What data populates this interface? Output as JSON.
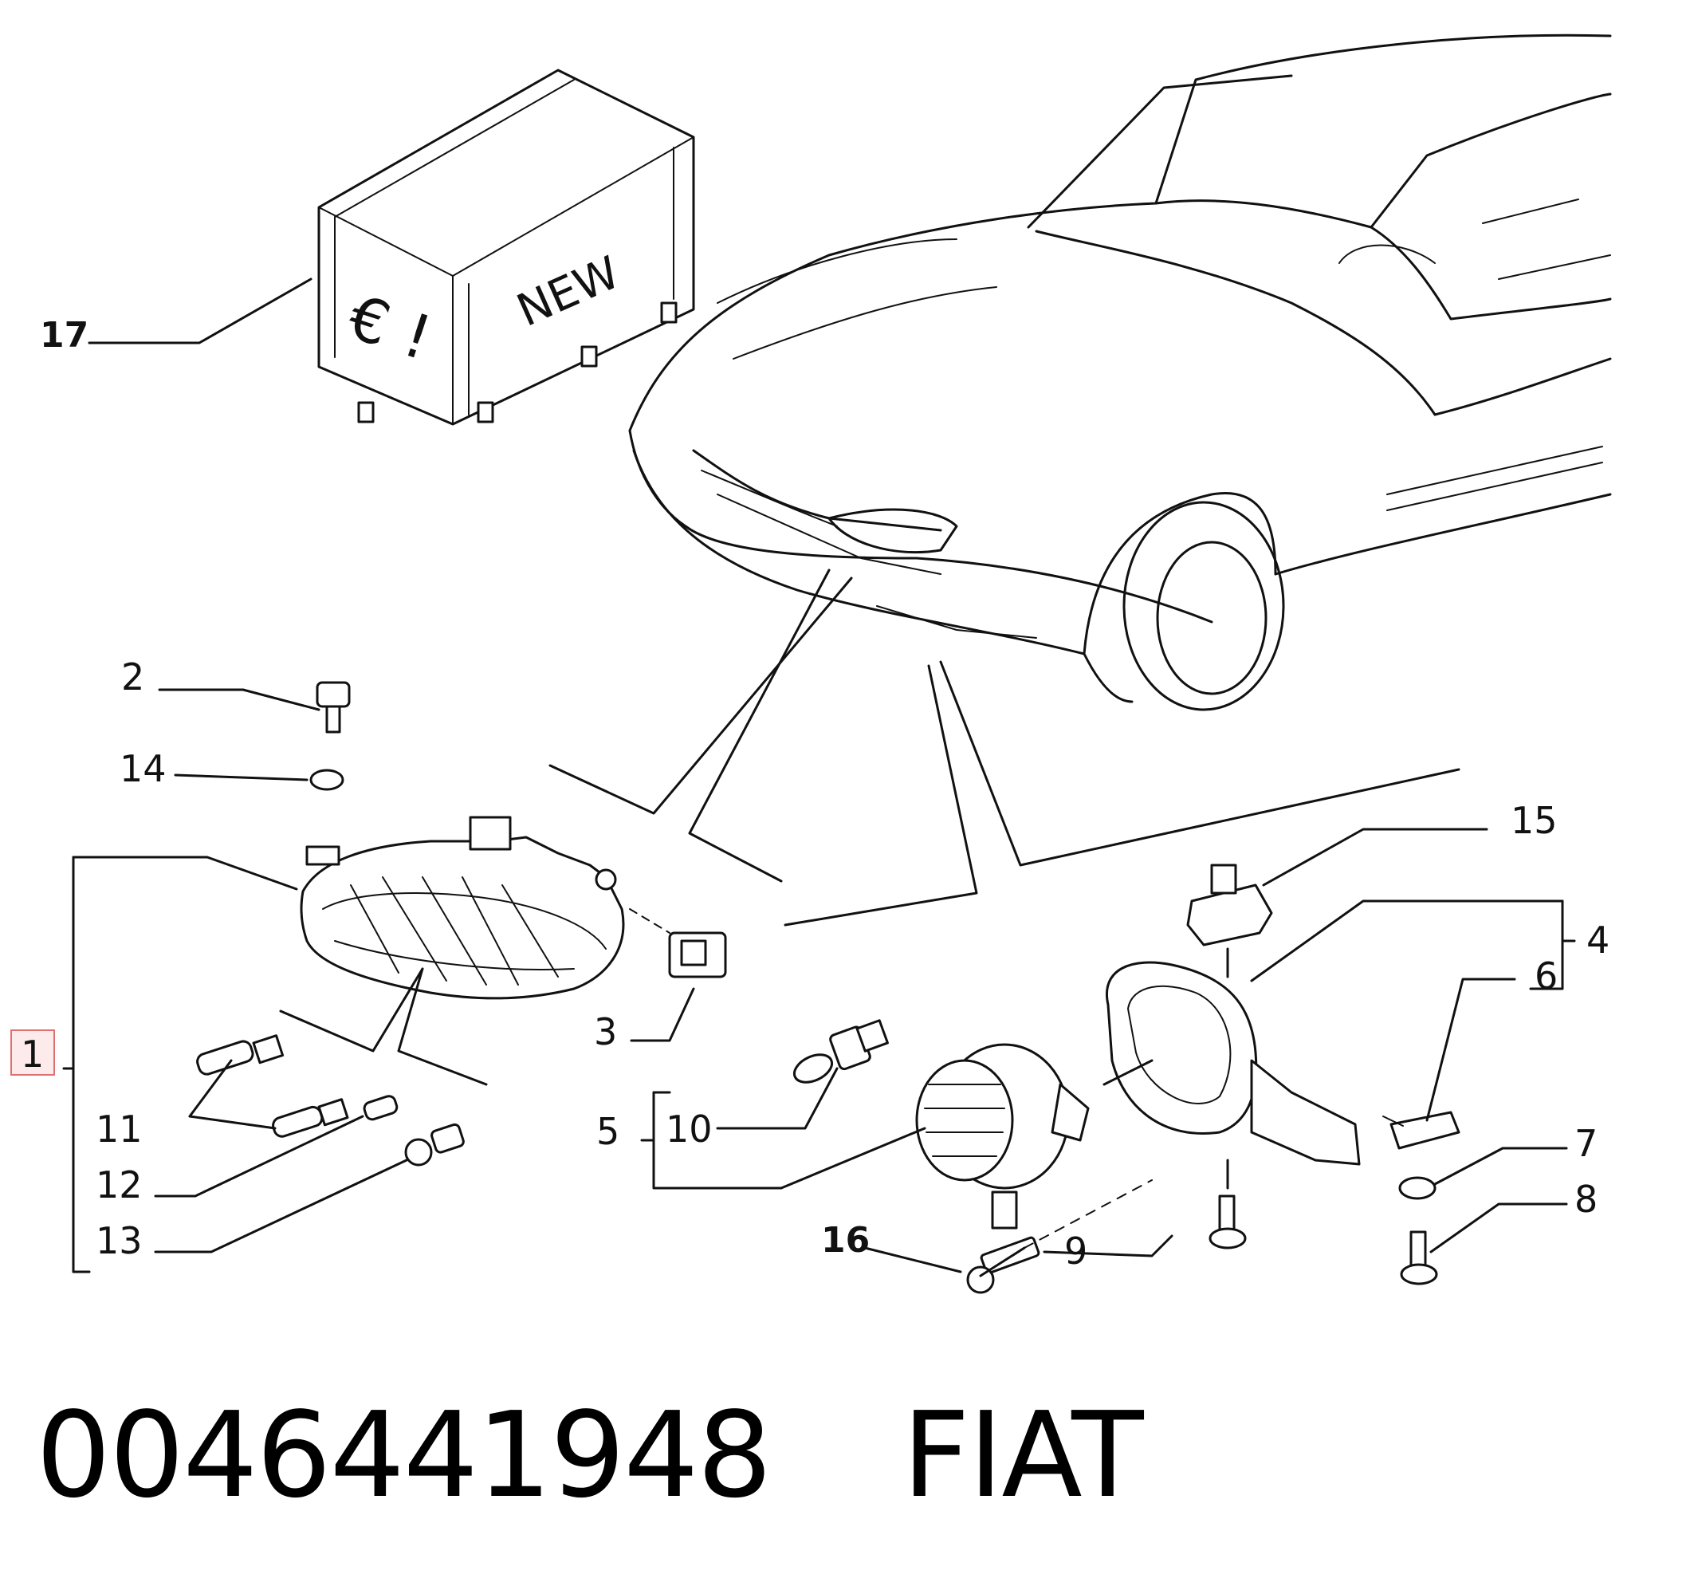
{
  "diagram": {
    "box_text": "NEW",
    "box_symbol": "€ !",
    "callouts": [
      {
        "id": "1",
        "label": "1",
        "highlighted": true
      },
      {
        "id": "2",
        "label": "2"
      },
      {
        "id": "3",
        "label": "3"
      },
      {
        "id": "4",
        "label": "4"
      },
      {
        "id": "5",
        "label": "5"
      },
      {
        "id": "6",
        "label": "6"
      },
      {
        "id": "7",
        "label": "7"
      },
      {
        "id": "8",
        "label": "8"
      },
      {
        "id": "9",
        "label": "9"
      },
      {
        "id": "10",
        "label": "10"
      },
      {
        "id": "11",
        "label": "11"
      },
      {
        "id": "12",
        "label": "12"
      },
      {
        "id": "13",
        "label": "13"
      },
      {
        "id": "14",
        "label": "14"
      },
      {
        "id": "15",
        "label": "15"
      },
      {
        "id": "16",
        "label": "16",
        "bold": true
      },
      {
        "id": "17",
        "label": "17",
        "bold": true
      }
    ],
    "highlight_color": "#e07070"
  },
  "footer": {
    "part_number": "0046441948",
    "brand": "FIAT"
  }
}
